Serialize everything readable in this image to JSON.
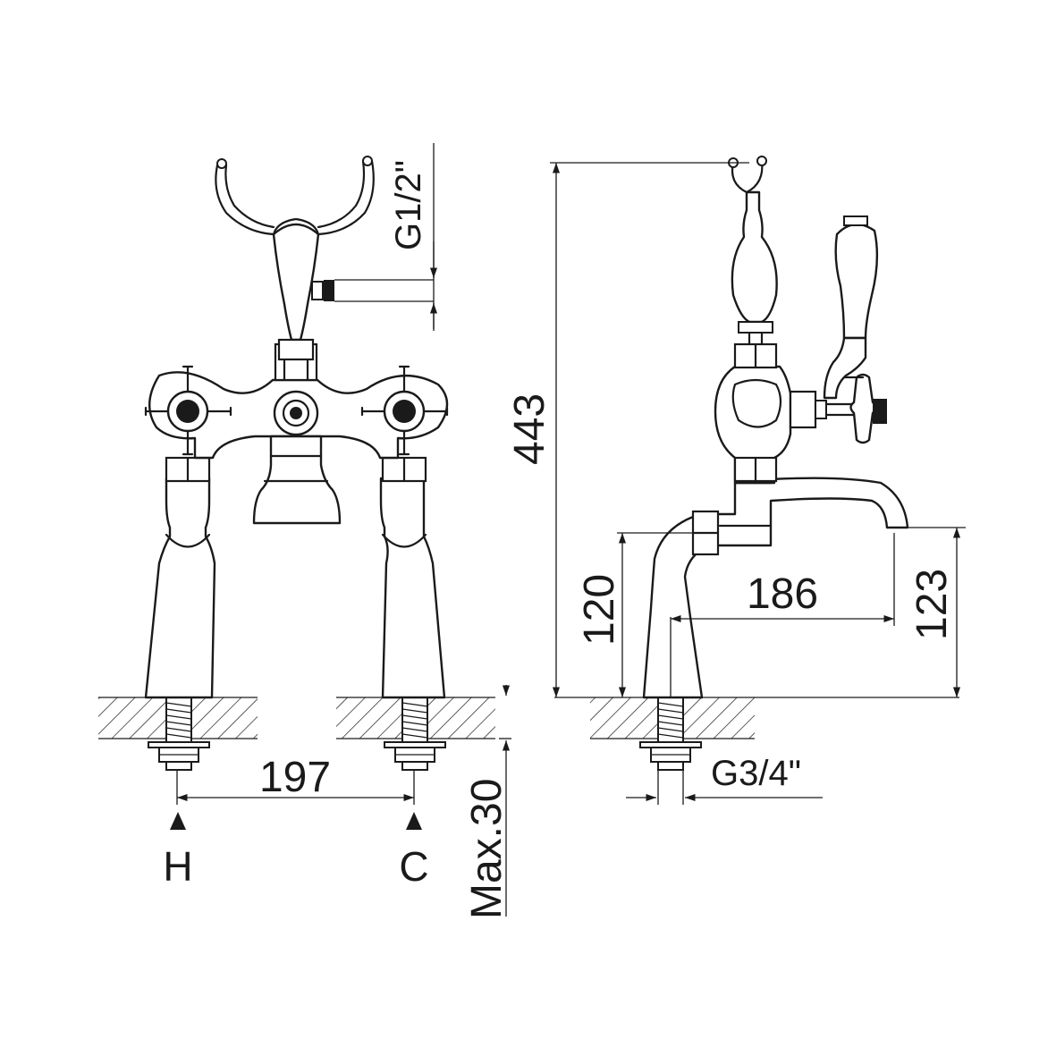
{
  "dimensions": {
    "outlet_thread": "G1/2\"",
    "total_height": "443",
    "hose_height": "120",
    "spout_projection": "186",
    "spout_height": "123",
    "centres": "197",
    "deck_thickness": "Max.30",
    "inlet_thread": "G3/4\""
  },
  "inlets": {
    "hot": "H",
    "cold": "C"
  },
  "colors": {
    "line": "#1a1a1a",
    "background": "#ffffff"
  }
}
